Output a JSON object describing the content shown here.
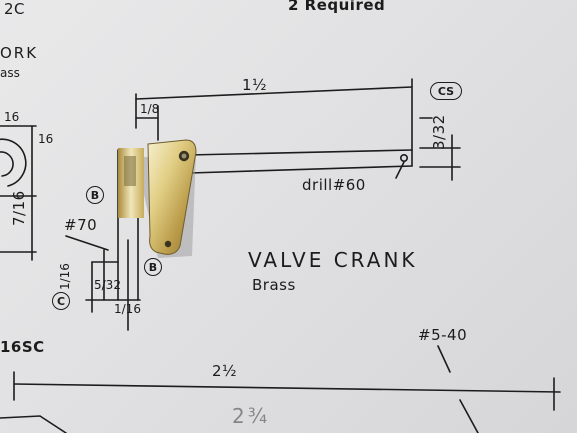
{
  "drawing": {
    "header_partial": "2 Required",
    "left_partial_ork": "ORK",
    "left_partial_ass": "ass",
    "left_partial_top": "2C",
    "left_partial_16_a": "16",
    "left_partial_16_b": "16",
    "left_partial_7_16": "7/16",
    "dim_overall_length": "1½",
    "dim_side_right": "3/32",
    "dim_corner_label": "CS",
    "dim_hub_width": "1/8",
    "note_drill": "drill#60",
    "note_drill70": "#70",
    "callout_b_upper": "B",
    "callout_b_lower": "B",
    "callout_c": "C",
    "dim_c_1_16": "1/16",
    "dim_5_32": "5/32",
    "dim_1_16_lower": "1/16",
    "part_title": "VALVE CRANK",
    "part_material": "Brass",
    "lower_left_16sc": "16SC",
    "lower_dim_2_half": "2½",
    "lower_dim_2_3_4": "2¾",
    "lower_thread": "#5-40"
  },
  "colors": {
    "paper": "#e3e3e5",
    "ink": "#1c1c1c",
    "brass": "#d9c47a",
    "brass_highlight": "#f6efcf",
    "brass_shadow": "#8b7533"
  }
}
